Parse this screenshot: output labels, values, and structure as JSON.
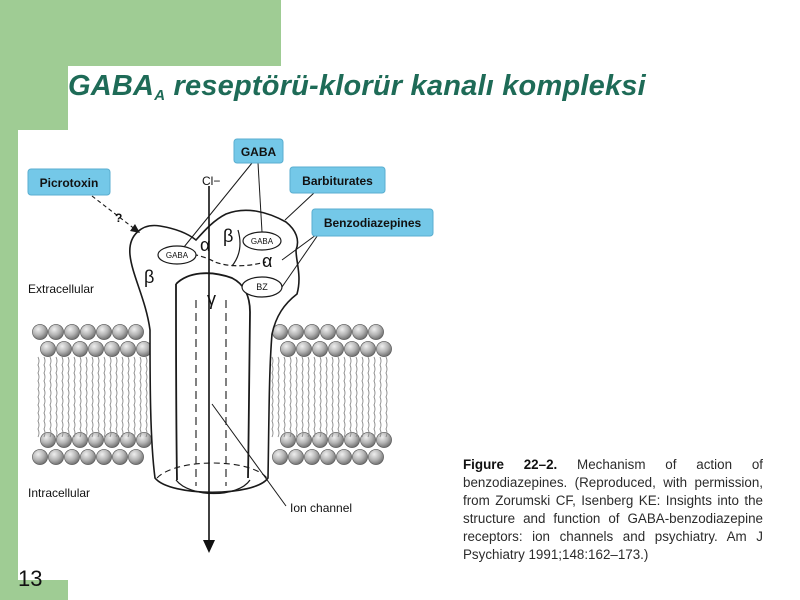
{
  "slide": {
    "title": "GABA",
    "title_subscript": "A",
    "title_rest": " reseptörü-klorür kanalı kompleksi",
    "number": "13"
  },
  "diagram": {
    "chloride_label": "Cl−",
    "callouts": {
      "gaba": "GABA",
      "picrotoxin": "Picrotoxin",
      "barbiturates": "Barbiturates",
      "benzodiazepines": "Benzodiazepines"
    },
    "question_mark": "?",
    "binding_sites": {
      "gaba_left": "GABA",
      "gaba_right": "GABA",
      "bz": "BZ"
    },
    "subunits": {
      "alpha_left": "α",
      "beta_top": "β",
      "alpha_right": "α",
      "beta_left": "β",
      "gamma": "γ"
    },
    "region_labels": {
      "extracellular": "Extracellular",
      "intracellular": "Intracellular"
    },
    "ion_channel_label": "Ion channel"
  },
  "caption": {
    "figure_label": "Figure 22–2.",
    "text": " Mechanism of action of benzodiazepines. (Reproduced, with permission, from Zorumski CF, Isenberg KE: Insights into the structure and function of GABA-benzodiazepine receptors: ion channels and psychiatry. Am J Psychiatry 1991;148:162–173.)"
  },
  "colors": {
    "accent_green": "#9fcc94",
    "title_teal": "#1e6b57",
    "callout_cyan": "#74c8e8",
    "membrane_gray": "#a9a9a9"
  }
}
